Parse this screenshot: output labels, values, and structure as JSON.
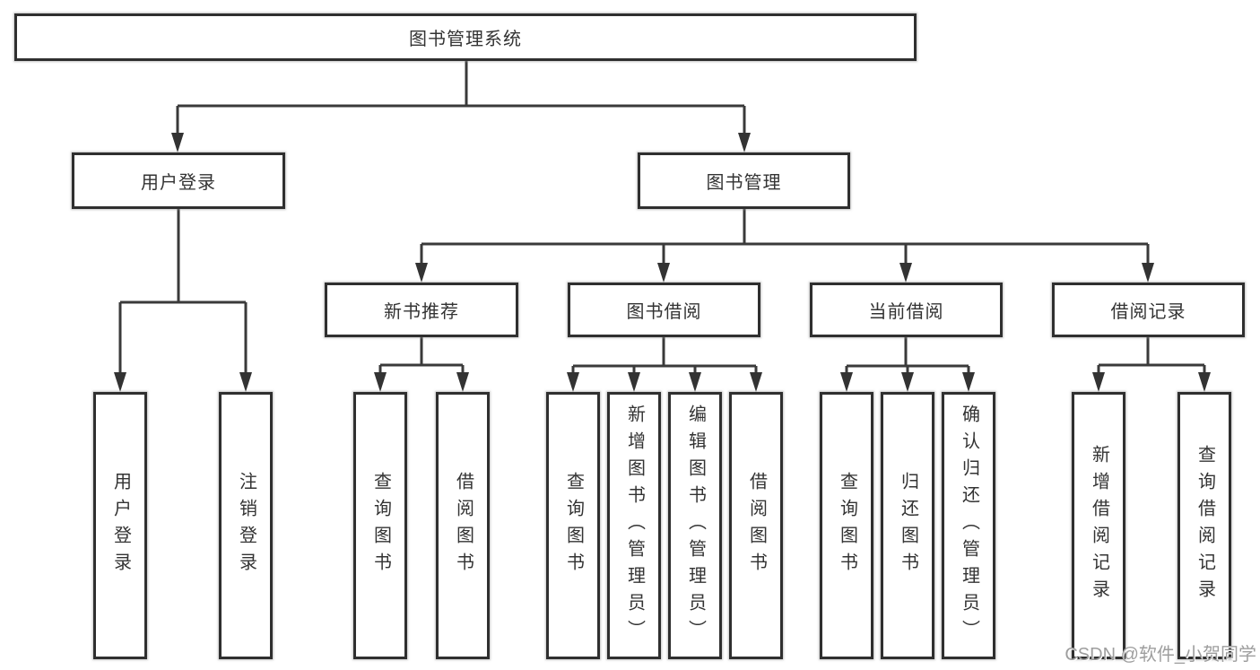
{
  "tree": {
    "root": {
      "label": "图书管理系统"
    },
    "branches": [
      {
        "label": "用户登录",
        "children": [
          {
            "label": "用户登录"
          },
          {
            "label": "注销登录"
          }
        ]
      },
      {
        "label": "图书管理",
        "groups": [
          {
            "label": "新书推荐",
            "children": [
              {
                "label": "查询图书"
              },
              {
                "label": "借阅图书"
              }
            ]
          },
          {
            "label": "图书借阅",
            "children": [
              {
                "label": "查询图书"
              },
              {
                "label": "新增图书（管理员）"
              },
              {
                "label": "编辑图书（管理员）"
              },
              {
                "label": "借阅图书"
              }
            ]
          },
          {
            "label": "当前借阅",
            "children": [
              {
                "label": "查询图书"
              },
              {
                "label": "归还图书"
              },
              {
                "label": "确认归还（管理员）"
              }
            ]
          },
          {
            "label": "借阅记录",
            "children": [
              {
                "label": "新增借阅记录"
              },
              {
                "label": "查询借阅记录"
              }
            ]
          }
        ]
      }
    ]
  },
  "watermark": {
    "text": "CSDN @软件_小贺同学"
  },
  "colors": {
    "line": "#3a3a3a",
    "box_border": "#2f2f2f",
    "text": "#333333",
    "watermark": "#9e9e9e",
    "background": "#ffffff"
  }
}
